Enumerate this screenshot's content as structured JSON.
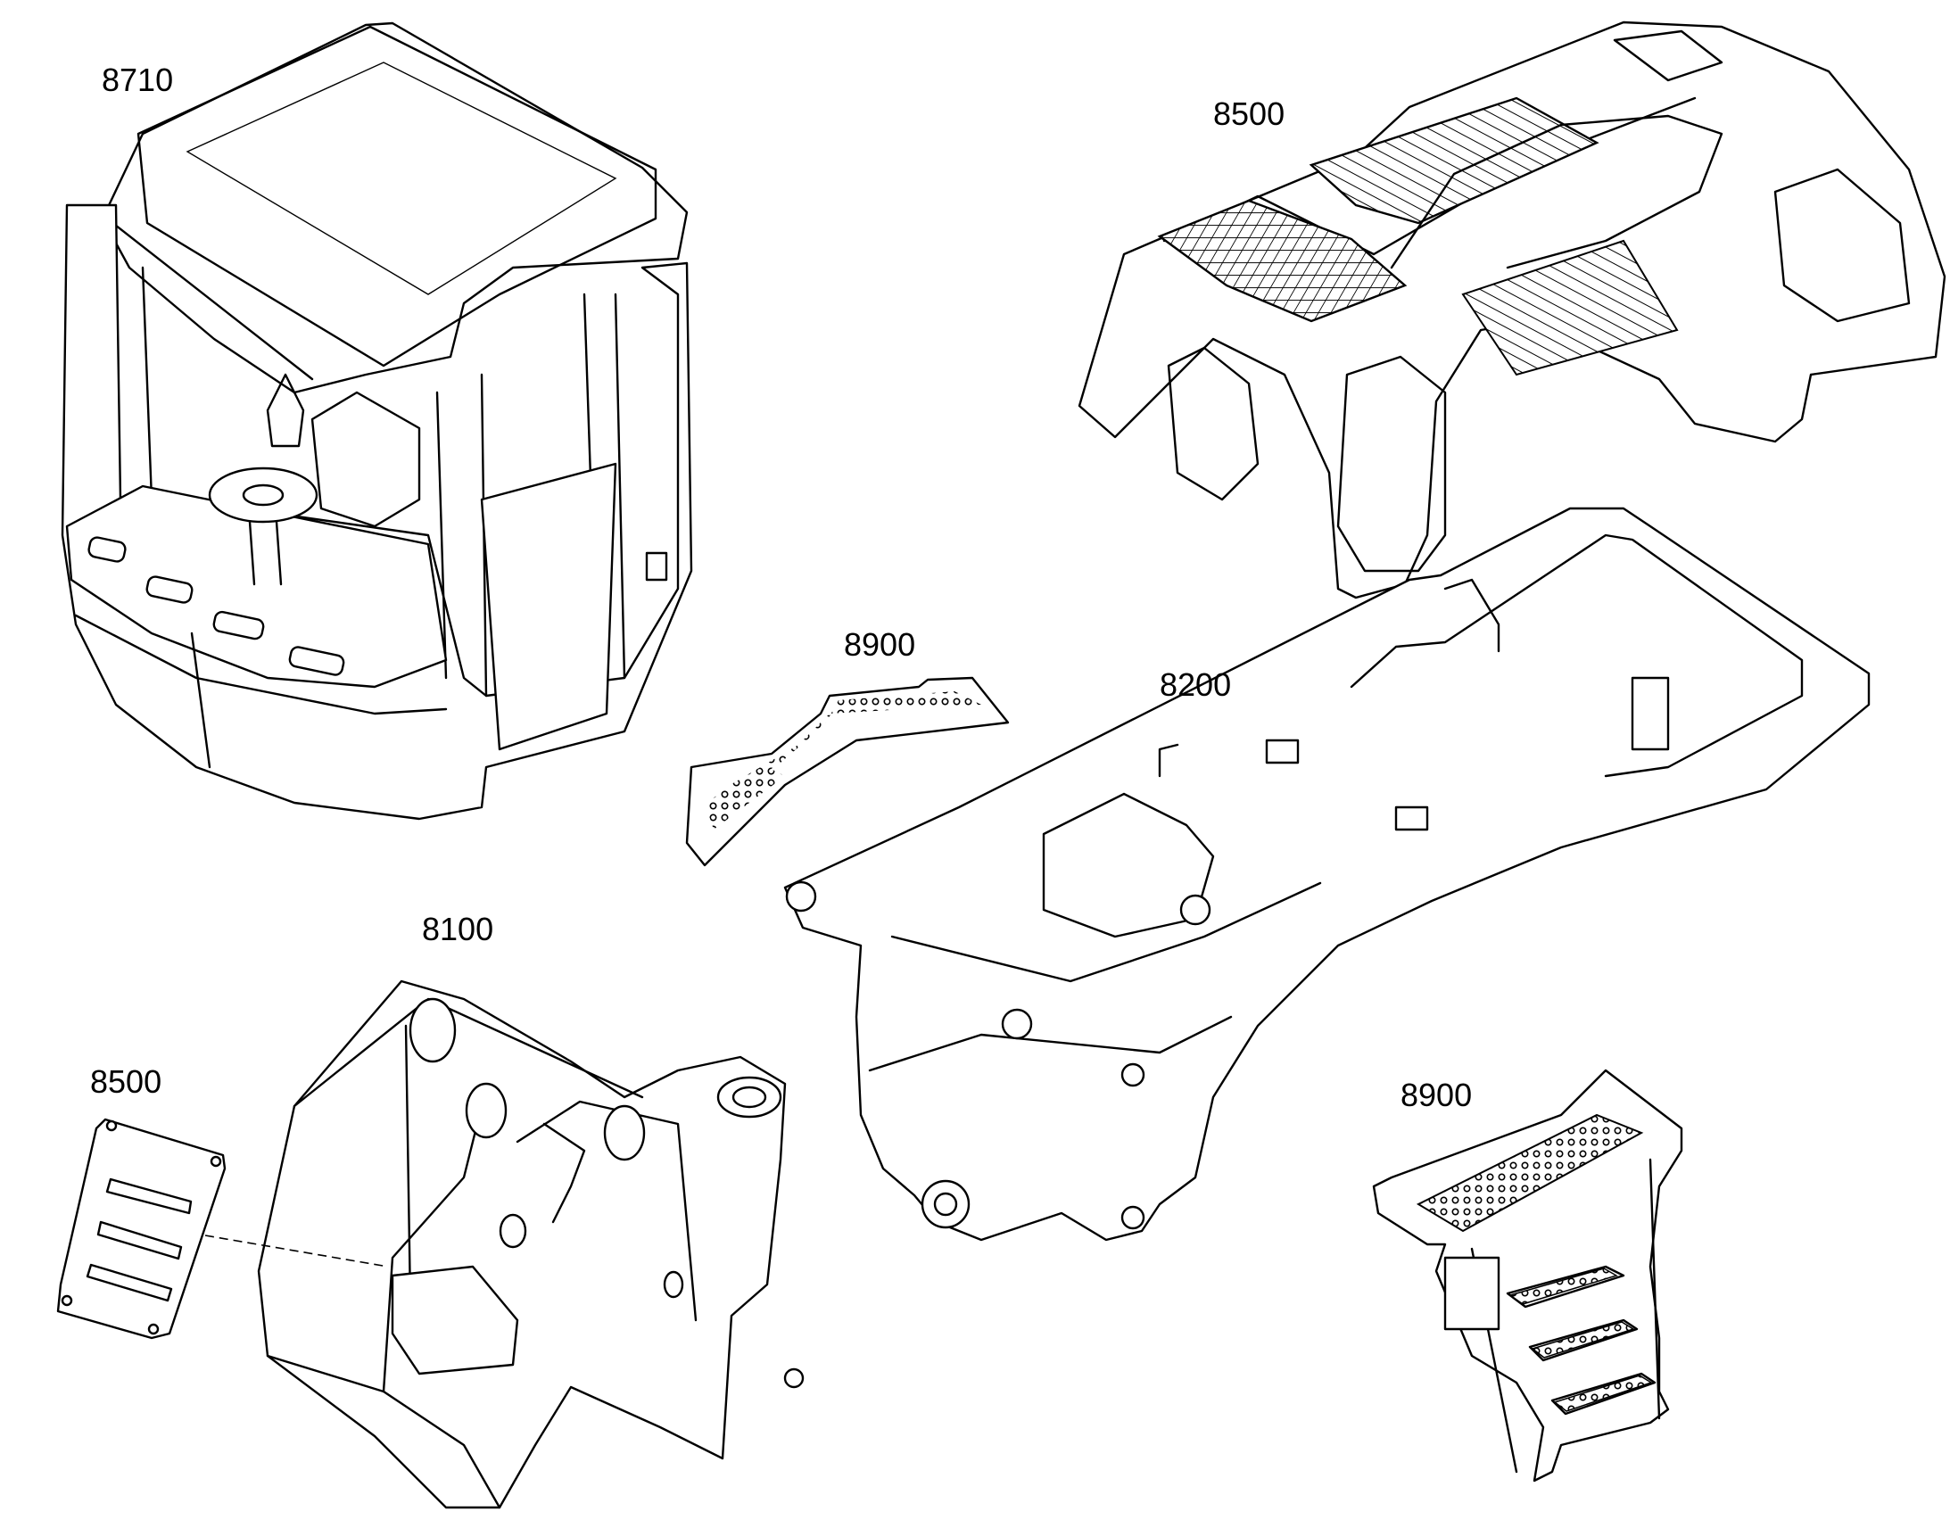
{
  "labels": {
    "cab": "8710",
    "hood": "8500",
    "plate_top": "8900",
    "rear_frame": "8200",
    "front_frame": "8100",
    "cover_plate": "8500",
    "steps": "8900"
  }
}
